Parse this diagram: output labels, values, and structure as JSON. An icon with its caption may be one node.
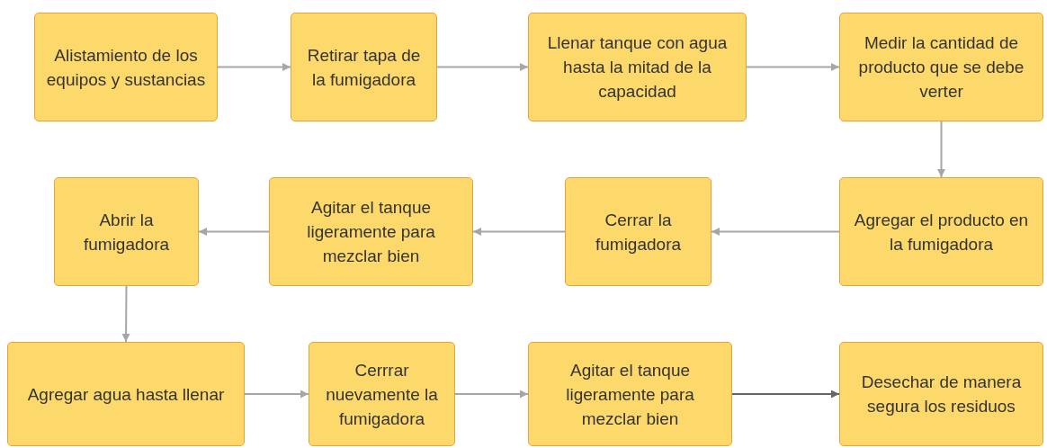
{
  "diagram": {
    "nodes": [
      {
        "text": [
          "Alistamiento de los equipos y sustancias"
        ]
      },
      {
        "text": [
          "Retirar tapa de la fumigadora"
        ]
      },
      {
        "text": [
          "Llenar tanque con agua hasta la mitad de la capacidad"
        ]
      },
      {
        "text": [
          "Medir la cantidad de producto que se debe verter"
        ]
      },
      {
        "text": [
          "Agregar el producto en la fumigadora"
        ]
      },
      {
        "text": [
          "Cerrar la fumigadora"
        ]
      },
      {
        "text": [
          "Agitar el tanque ligeramente para mezclar bien"
        ]
      },
      {
        "text": [
          "Abrir la fumigadora"
        ]
      },
      {
        "text": [
          "Agregar agua hasta llenar"
        ]
      },
      {
        "text": [
          "Cerrrar nuevamente la fumigadora"
        ]
      },
      {
        "text": [
          "Agitar el tanque ligeramente para mezclar bien"
        ]
      },
      {
        "text": [
          "Desechar de manera segura los residuos"
        ]
      }
    ],
    "edges": [
      {
        "from": 0,
        "to": 1,
        "arrow": "to"
      },
      {
        "from": 1,
        "to": 2,
        "arrow": "to"
      },
      {
        "from": 2,
        "to": 3,
        "arrow": "to"
      },
      {
        "from": 3,
        "to": 4,
        "arrow": "to"
      },
      {
        "from": 4,
        "to": 5,
        "arrow": "to"
      },
      {
        "from": 5,
        "to": 6,
        "arrow": "to"
      },
      {
        "from": 6,
        "to": 7,
        "arrow": "to"
      },
      {
        "from": 7,
        "to": 8,
        "arrow": "to"
      },
      {
        "from": 8,
        "to": 9,
        "arrow": "to"
      },
      {
        "from": 9,
        "to": 10,
        "arrow": "to"
      },
      {
        "from": 10,
        "to": 11,
        "arrow": "to",
        "color": "#666666"
      }
    ]
  }
}
